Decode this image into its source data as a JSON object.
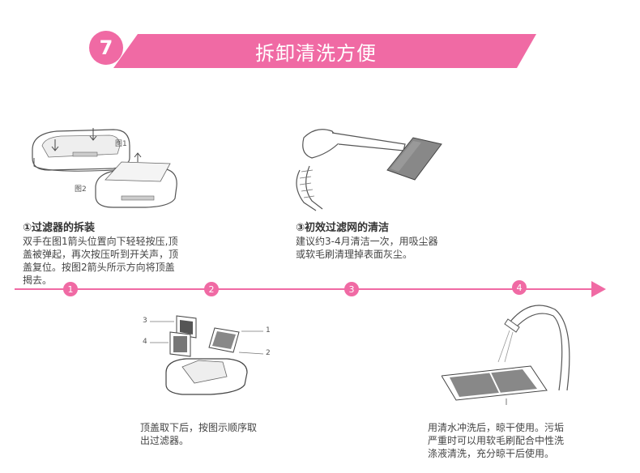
{
  "header": {
    "step_number": "7",
    "title": "拆卸清洗方便"
  },
  "figures": {
    "fig1_label": "图1",
    "fig2_label": "图2"
  },
  "section1": {
    "heading": "①过滤器的拆装",
    "lines": [
      "双手在图1箭头位置向下轻轻按压,顶",
      "盖被弹起，再次按压听到开关声，顶",
      "盖复位。按图2箭头所示方向将顶盖",
      "揭去。"
    ]
  },
  "section3": {
    "heading": "③初效过滤网的清洁",
    "lines": [
      "建议约3-4月清洁一次，用吸尘器",
      "或软毛刷清理掉表面灰尘。"
    ]
  },
  "timeline": {
    "steps": [
      "1",
      "2",
      "3",
      "4"
    ]
  },
  "parts": {
    "labels": [
      "3",
      "4",
      "1",
      "2"
    ]
  },
  "section2": {
    "lines": [
      "顶盖取下后，按图示顺序取",
      "出过滤器。"
    ]
  },
  "section4": {
    "lines": [
      "用清水冲洗后，晾干使用。污垢",
      "严重时可以用软毛刷配合中性洗",
      "涤液清洗，充分晾干后使用。"
    ]
  },
  "colors": {
    "accent": "#f06aa4"
  }
}
